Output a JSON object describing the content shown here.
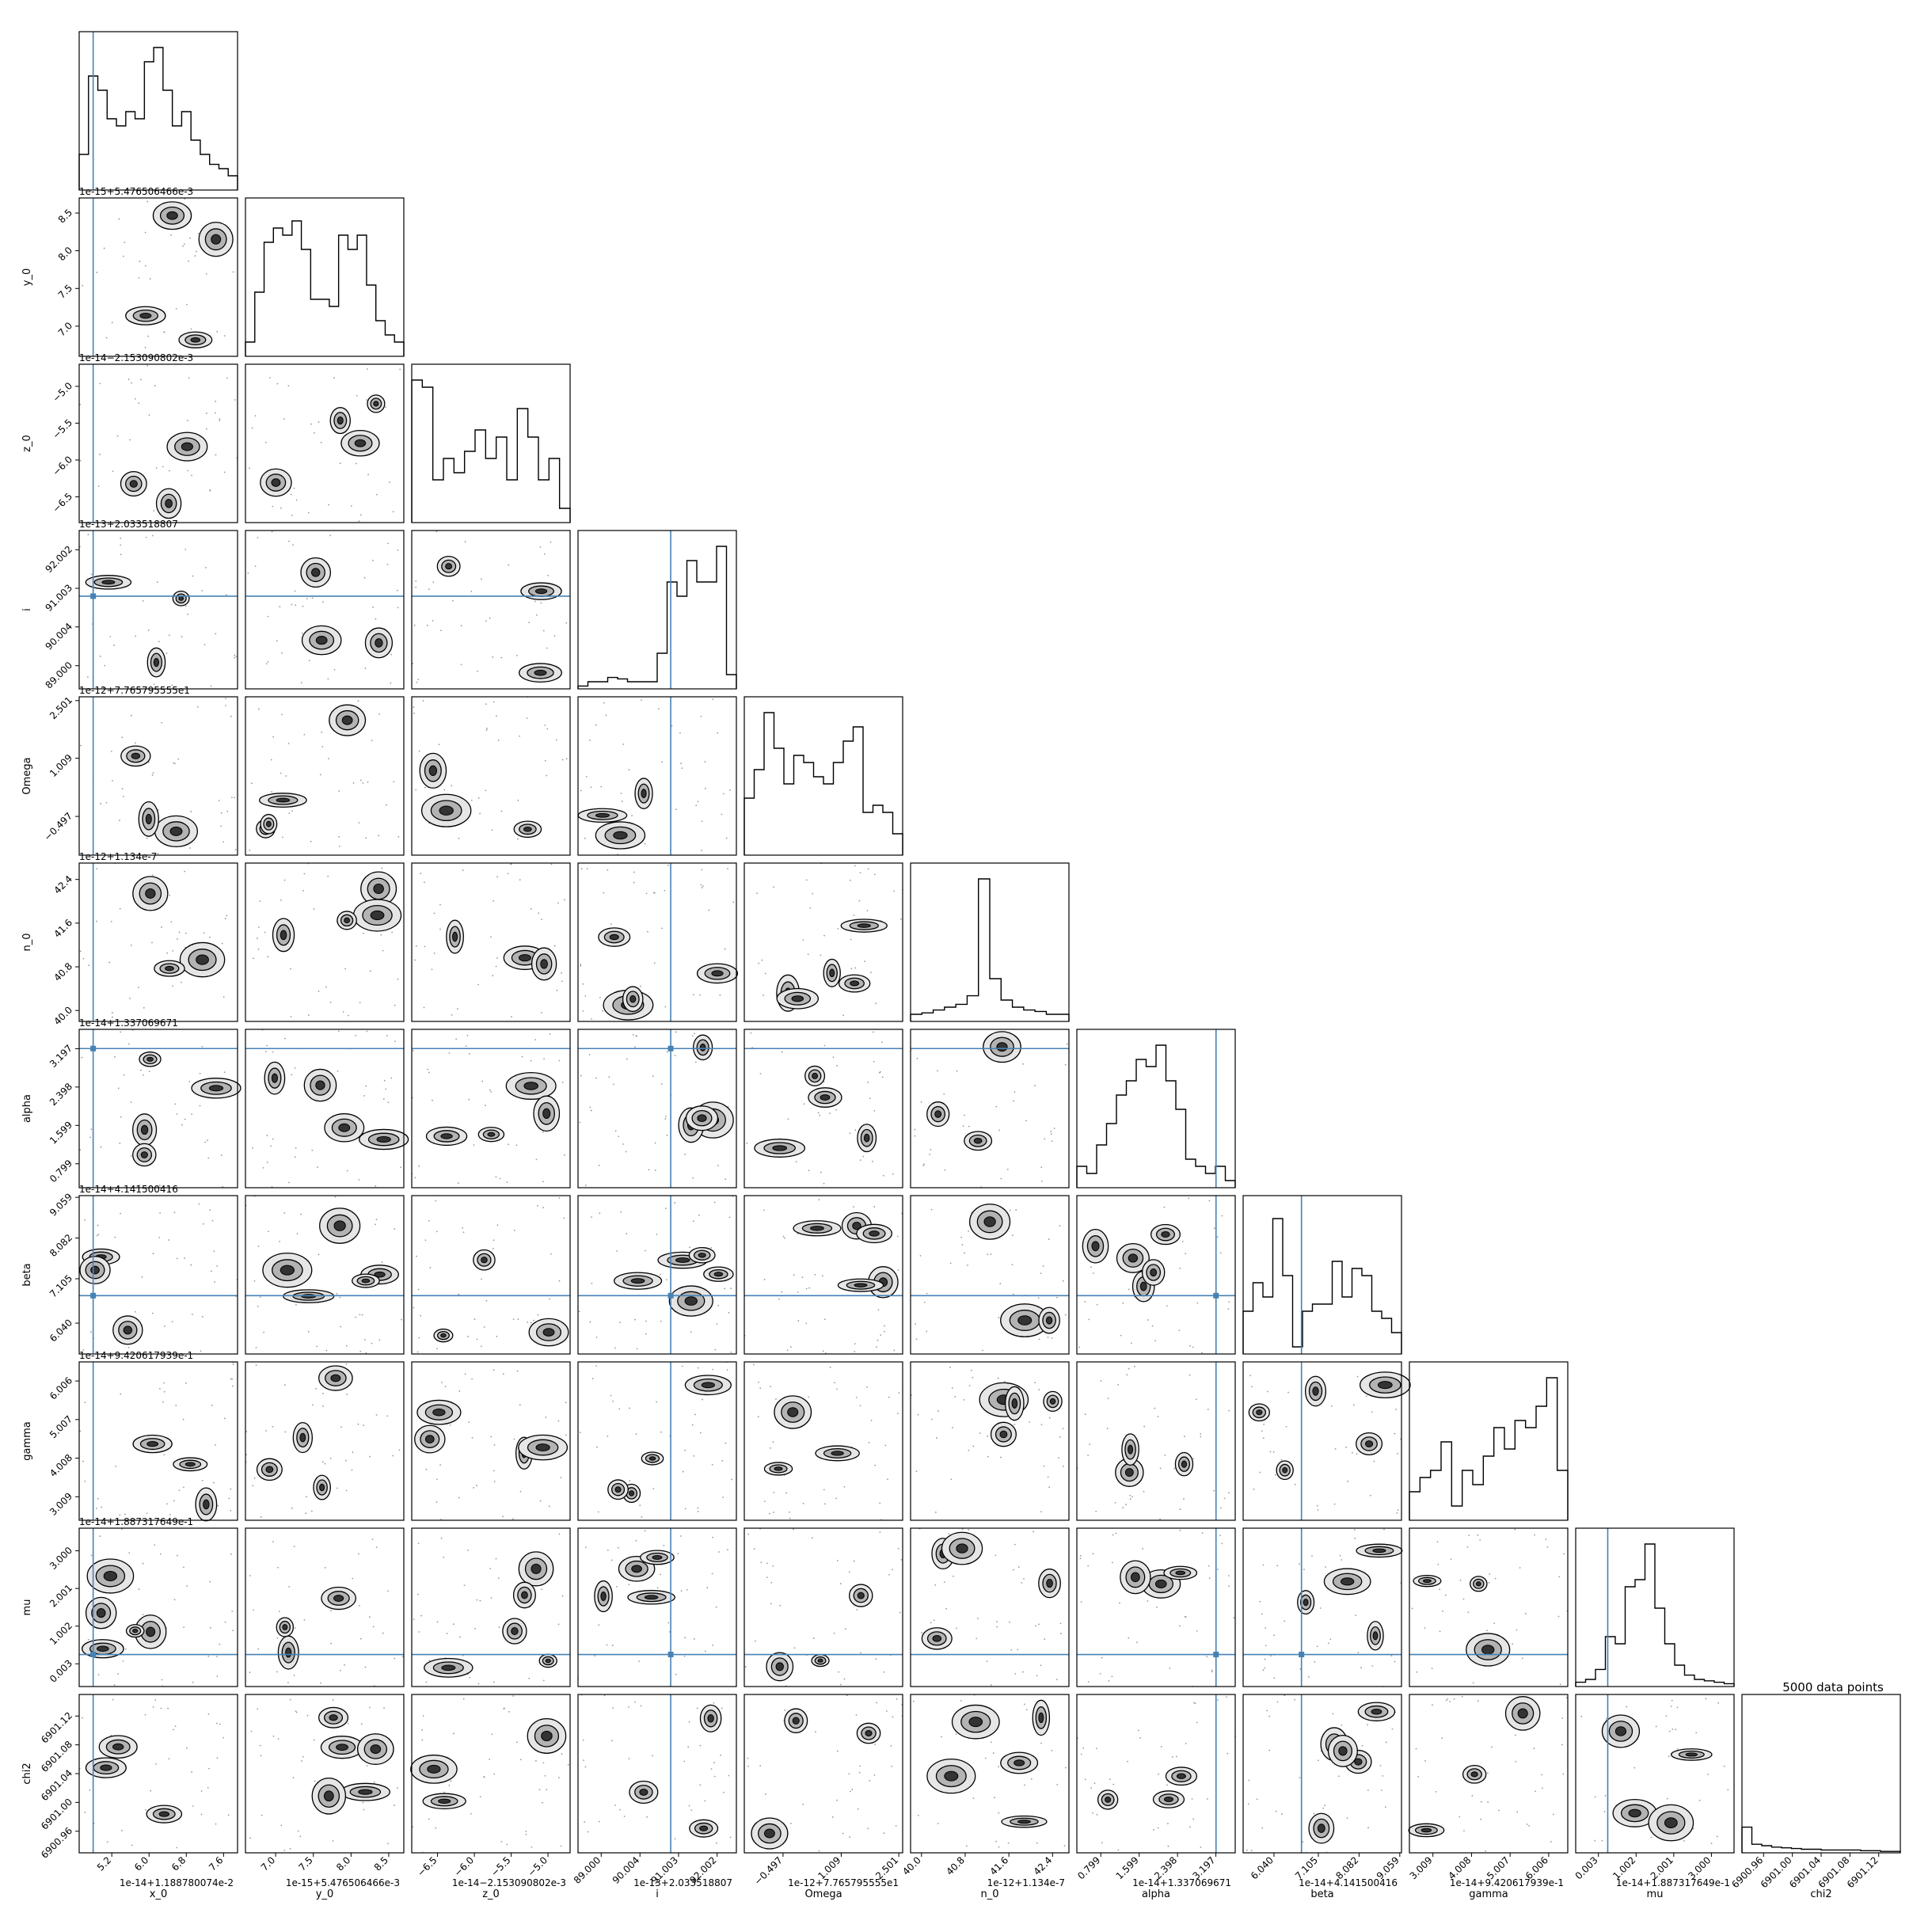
{
  "chart_data": {
    "type": "corner",
    "title": "5000 data points",
    "params": [
      {
        "label": "x_0",
        "offset": "1e-14+1.188780074e-2",
        "ticks": [
          "5.2",
          "6.0",
          "6.8",
          "7.6"
        ],
        "range": [
          4.5,
          7.9
        ],
        "truth": 4.8
      },
      {
        "label": "y_0",
        "offset": "1e-15+5.476506466e-3",
        "ticks": [
          "7.0",
          "7.5",
          "8.0",
          "8.5"
        ],
        "range": [
          6.6,
          8.7
        ],
        "truth": null
      },
      {
        "label": "z_0",
        "offset": "1e-14−2.153090802e-3",
        "ticks": [
          "−6.5",
          "−6.0",
          "−5.5",
          "−5.0"
        ],
        "range": [
          -6.85,
          -4.7
        ],
        "truth": null
      },
      {
        "label": "i",
        "offset": "1e-13+2.033518807",
        "ticks": [
          "89.000",
          "90.004",
          "91.003",
          "92.002"
        ],
        "range": [
          88.4,
          92.5
        ],
        "truth": 90.8
      },
      {
        "label": "Omega",
        "offset": "1e-12+7.765795555e1",
        "ticks": [
          "−0.497",
          "1.009",
          "2.501"
        ],
        "range": [
          -1.5,
          2.6
        ],
        "truth": null
      },
      {
        "label": "n_0",
        "offset": "1e-12+1.134e-7",
        "ticks": [
          "40.0",
          "40.8",
          "41.6",
          "42.4"
        ],
        "range": [
          39.8,
          42.7
        ],
        "truth": null
      },
      {
        "label": "alpha",
        "offset": "1e-14+1.337069671",
        "ticks": [
          "0.799",
          "1.599",
          "2.398",
          "3.197"
        ],
        "range": [
          0.3,
          3.6
        ],
        "truth": 3.2
      },
      {
        "label": "beta",
        "offset": "1e-14+4.141500416",
        "ticks": [
          "6.040",
          "7.105",
          "8.082",
          "9.059"
        ],
        "range": [
          5.3,
          9.1
        ],
        "truth": 6.7
      },
      {
        "label": "gamma",
        "offset": "1e-14+9.420617939e-1",
        "ticks": [
          "3.009",
          "4.008",
          "5.007",
          "6.006"
        ],
        "range": [
          2.4,
          6.5
        ],
        "truth": null
      },
      {
        "label": "mu",
        "offset": "1e-14+1.887317649e-1",
        "ticks": [
          "0.003",
          "1.002",
          "2.001",
          "3.000"
        ],
        "range": [
          -0.6,
          3.6
        ],
        "truth": 0.25
      },
      {
        "label": "chi2",
        "offset": "",
        "ticks": [
          "6900.96",
          "6901.00",
          "6901.04",
          "6901.08",
          "6901.12"
        ],
        "range": [
          6900.93,
          6901.15
        ],
        "truth": null
      }
    ],
    "histograms": [
      [
        0.25,
        0.8,
        0.7,
        0.5,
        0.45,
        0.55,
        0.5,
        0.9,
        1.0,
        0.7,
        0.45,
        0.55,
        0.35,
        0.25,
        0.18,
        0.15,
        0.1
      ],
      [
        0.1,
        0.45,
        0.8,
        0.9,
        0.85,
        0.95,
        0.75,
        0.4,
        0.4,
        0.35,
        0.85,
        0.75,
        0.85,
        0.5,
        0.25,
        0.15,
        0.1
      ],
      [
        1.0,
        0.95,
        0.3,
        0.45,
        0.35,
        0.5,
        0.65,
        0.45,
        0.6,
        0.3,
        0.8,
        0.6,
        0.3,
        0.45,
        0.1
      ],
      [
        0.02,
        0.05,
        0.05,
        0.08,
        0.07,
        0.05,
        0.05,
        0.05,
        0.25,
        0.75,
        0.65,
        0.9,
        0.75,
        0.75,
        1.0,
        0.1
      ],
      [
        0.4,
        0.6,
        1.0,
        0.75,
        0.5,
        0.7,
        0.65,
        0.55,
        0.5,
        0.65,
        0.8,
        0.9,
        0.3,
        0.35,
        0.3,
        0.15
      ],
      [
        0.05,
        0.06,
        0.08,
        0.1,
        0.12,
        0.18,
        1.0,
        0.3,
        0.15,
        0.1,
        0.08,
        0.07,
        0.05,
        0.05
      ],
      [
        0.15,
        0.1,
        0.3,
        0.45,
        0.65,
        0.75,
        0.9,
        0.85,
        1.0,
        0.75,
        0.55,
        0.2,
        0.15,
        0.1,
        0.15,
        0.05
      ],
      [
        0.3,
        0.5,
        0.4,
        0.95,
        0.55,
        0.05,
        0.3,
        0.35,
        0.35,
        0.65,
        0.4,
        0.6,
        0.55,
        0.3,
        0.25,
        0.15
      ],
      [
        0.2,
        0.3,
        0.35,
        0.55,
        0.1,
        0.35,
        0.25,
        0.45,
        0.65,
        0.5,
        0.7,
        0.65,
        0.8,
        1.0,
        0.35
      ],
      [
        0.03,
        0.05,
        0.12,
        0.35,
        0.3,
        0.7,
        0.75,
        1.0,
        0.55,
        0.3,
        0.15,
        0.08,
        0.05,
        0.04,
        0.03,
        0.02
      ],
      [
        0.18,
        0.06,
        0.05,
        0.04,
        0.035,
        0.03,
        0.025,
        0.025,
        0.02,
        0.02,
        0.02,
        0.02,
        0.015,
        0.015,
        0.01,
        0.01
      ]
    ]
  }
}
